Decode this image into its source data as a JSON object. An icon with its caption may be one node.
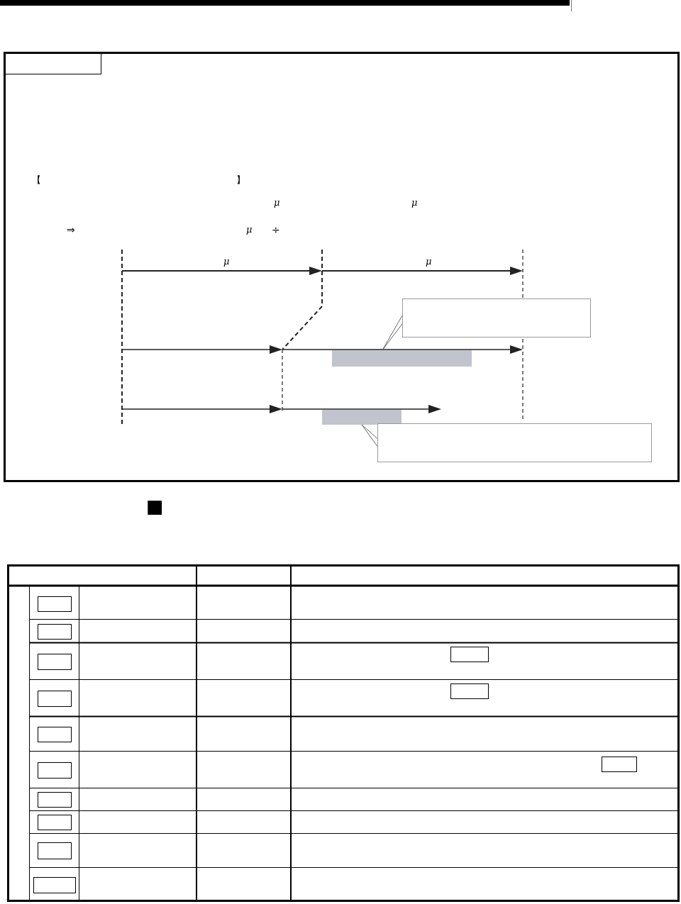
{
  "diagram": {
    "nodes": [
      {
        "text": [],
        "shape": "box"
      },
      {
        "text": [],
        "shape": "bar"
      },
      {
        "text": [],
        "shape": "box"
      },
      {
        "text": [],
        "shape": "bar"
      }
    ],
    "edges": [
      {
        "from": 0,
        "to": 1,
        "arrow": "none"
      },
      {
        "from": 2,
        "to": 3,
        "arrow": "none"
      }
    ],
    "labels": [
      "【",
      "】",
      "μ",
      "μ",
      "⇒",
      "μ",
      "÷",
      "μ",
      "μ",
      "■"
    ]
  }
}
